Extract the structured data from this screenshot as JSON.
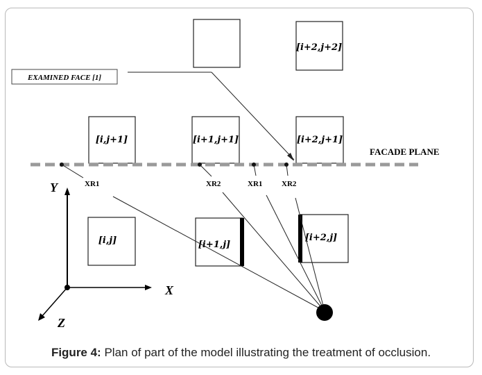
{
  "cells": {
    "c_i2j2": "[i+2,j+2]",
    "c_ij1": "[i,j+1]",
    "c_i1j1": "[i+1,j+1]",
    "c_i2j1": "[i+2,j+1]",
    "c_ij": "[i,j]",
    "c_i1j": "[i+1,j]",
    "c_i2j": "[i+2,j]"
  },
  "labels": {
    "examined_face": "EXAMINED FACE [1]",
    "facade_plane": "FACADE PLANE",
    "xr1_left": "XR1",
    "xr2_mid": "XR2",
    "xr1_mid": "XR1",
    "xr2_right": "XR2"
  },
  "axes": {
    "y": "Y",
    "x": "X",
    "z": "Z"
  },
  "caption": {
    "prefix": "Figure 4:",
    "text": " Plan of part of the model illustrating the treatment of occlusion."
  }
}
